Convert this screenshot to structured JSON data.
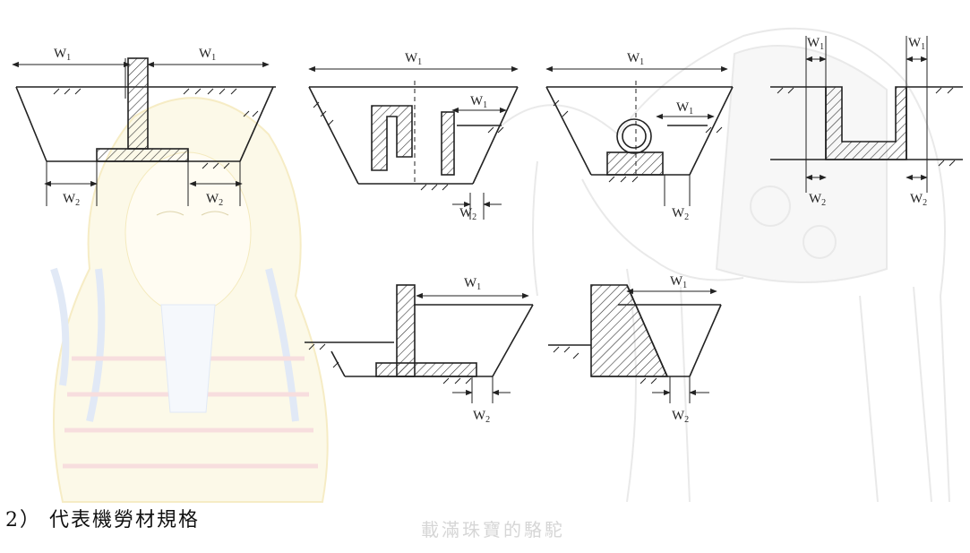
{
  "labels": {
    "w1": "W",
    "w1_sub": "1",
    "w2": "W",
    "w2_sub": "2"
  },
  "caption": "2） 代表機勞材規格",
  "watermark": "載滿珠寶的駱駝",
  "colors": {
    "line": "#222222",
    "hatch": "#333333",
    "watermark_pharaoh_gold": "#f3e7a8",
    "watermark_pharaoh_stripe": "#c9d8ef",
    "watermark_pharaoh_red": "#f1c4c4",
    "watermark_camel": "#e3e3e3"
  }
}
